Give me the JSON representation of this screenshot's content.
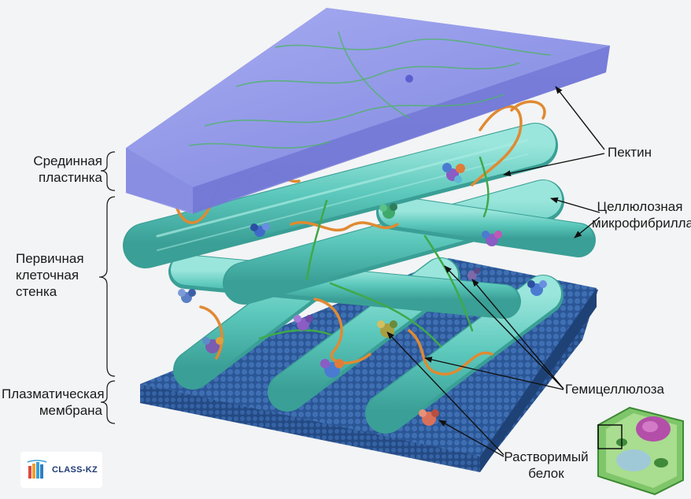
{
  "labels": {
    "middle_lamella": [
      "Срединная",
      "пластинка"
    ],
    "primary_wall": [
      "Первичная",
      "клеточная",
      "стенка"
    ],
    "plasma_membrane": [
      "Плазматическая",
      "мембрана"
    ],
    "pectin": "Пектин",
    "cellulose_microfibril": [
      "Целлюлозная",
      "микрофибрилла"
    ],
    "hemicellulose": "Гемицеллюлоза",
    "soluble_protein": [
      "Растворимый",
      "белок"
    ]
  },
  "logo": {
    "text": "CLASS-KZ"
  },
  "colors": {
    "pectin_plate": "#8e93e6",
    "fibril": "#6fd1c8",
    "membrane": "#2e5a9c",
    "pectin_strand": "#e08a32",
    "hemicellulose": "#3fa94a"
  }
}
